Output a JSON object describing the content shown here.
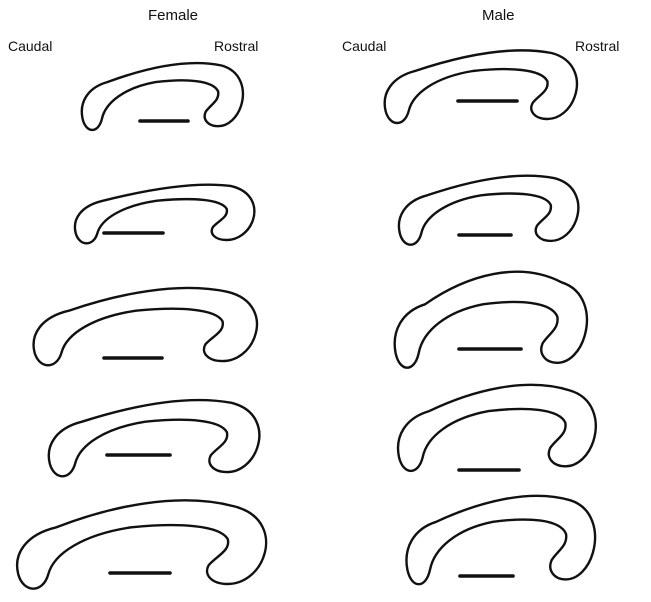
{
  "columns": [
    {
      "heading": "Female",
      "left_label": "Caudal",
      "right_label": "Rostral"
    },
    {
      "heading": "Male",
      "left_label": "Caudal",
      "right_label": "Rostral"
    }
  ],
  "colors": {
    "ink": "#111111",
    "background": "#ffffff"
  },
  "figure": {
    "rows": 5,
    "columns": 2
  }
}
